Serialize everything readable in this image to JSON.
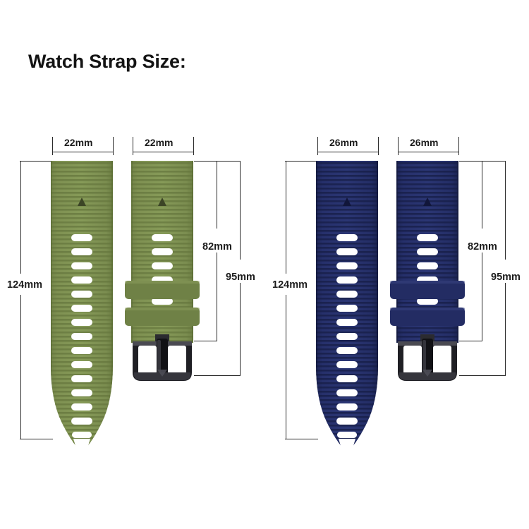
{
  "page": {
    "title": "Watch Strap Size:",
    "background": "#ffffff",
    "text_color": "#141414"
  },
  "colors": {
    "green_strap": "#7d8f4f",
    "green_strap_dark": "#5f7038",
    "green_rib_dark": "#6b7d40",
    "green_rib_light": "#8e9f60",
    "blue_strap": "#232c63",
    "blue_strap_dark": "#18204b",
    "blue_rib_dark": "#1b2351",
    "blue_rib_light": "#333d76",
    "buckle_dark": "#1b1b1f",
    "buckle_mid": "#3a3a40",
    "buckle_light": "#6d6d74",
    "dimension_line": "#2b2b2b",
    "hole_fill": "#ffffff"
  },
  "groups": [
    {
      "id": "green-group",
      "color_name": "army-green",
      "width_labels": [
        "22mm",
        "22mm"
      ],
      "length_label": "124mm",
      "buckle_label_short": "82mm",
      "buckle_label_long": "95mm",
      "long_strap": {
        "name": "long-strap-green",
        "holes": 16,
        "has_tip_notch": true,
        "has_quickfit_arrow": true
      },
      "short_strap": {
        "name": "short-strap-green",
        "holes": 6,
        "keepers": 2,
        "has_buckle": true,
        "has_quickfit_arrow": true
      }
    },
    {
      "id": "blue-group",
      "color_name": "navy-blue",
      "width_labels": [
        "26mm",
        "26mm"
      ],
      "length_label": "124mm",
      "buckle_label_short": "82mm",
      "buckle_label_long": "95mm",
      "long_strap": {
        "name": "long-strap-blue",
        "holes": 16,
        "has_tip_notch": true,
        "has_quickfit_arrow": true
      },
      "short_strap": {
        "name": "short-strap-blue",
        "holes": 6,
        "keepers": 2,
        "has_buckle": true,
        "has_quickfit_arrow": true
      }
    }
  ]
}
